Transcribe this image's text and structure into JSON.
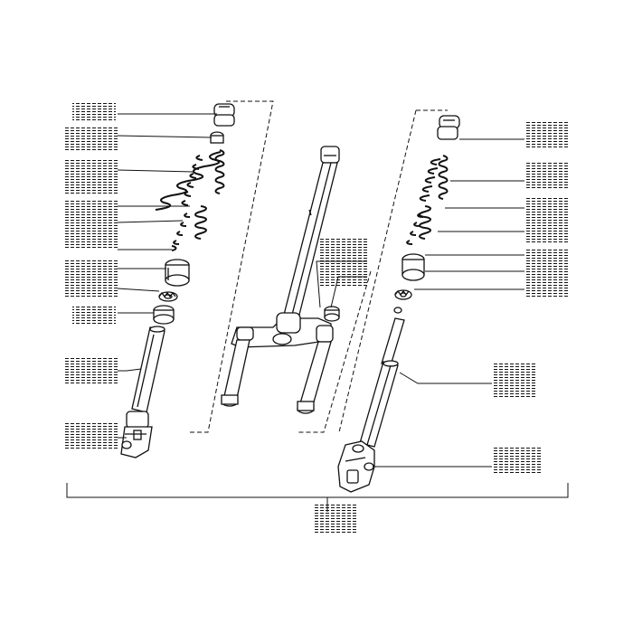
{
  "diagram": {
    "type": "exploded-parts-drawing",
    "subject": "front-fork-assembly",
    "line_color": "#111111",
    "background": "#ffffff",
    "labels_legible": false,
    "components": [
      {
        "id": "left-top-cap",
        "icon": "cap-icon"
      },
      {
        "id": "left-retaining-ring",
        "icon": "ring-icon"
      },
      {
        "id": "left-upper-spring",
        "icon": "spring-icon"
      },
      {
        "id": "left-lower-spring",
        "icon": "spring-icon"
      },
      {
        "id": "left-bushing",
        "icon": "bushing-icon"
      },
      {
        "id": "left-oil-seal",
        "icon": "seal-icon"
      },
      {
        "id": "left-seal-holder",
        "icon": "ring-icon"
      },
      {
        "id": "left-fork-tube",
        "icon": "tube-icon"
      },
      {
        "id": "left-lower-slider",
        "icon": "slider-icon"
      },
      {
        "id": "steering-stem",
        "icon": "stem-icon"
      },
      {
        "id": "steering-bearing",
        "icon": "bearing-icon"
      },
      {
        "id": "bottom-yoke",
        "icon": "yoke-icon"
      },
      {
        "id": "right-top-cap",
        "icon": "cap-icon"
      },
      {
        "id": "right-upper-spring",
        "icon": "spring-icon"
      },
      {
        "id": "right-lower-spring",
        "icon": "spring-icon"
      },
      {
        "id": "right-bushing",
        "icon": "bushing-icon"
      },
      {
        "id": "right-oil-seal",
        "icon": "seal-icon"
      },
      {
        "id": "right-fork-tube",
        "icon": "tube-icon"
      },
      {
        "id": "right-lower-slider",
        "icon": "slider-icon"
      }
    ]
  }
}
